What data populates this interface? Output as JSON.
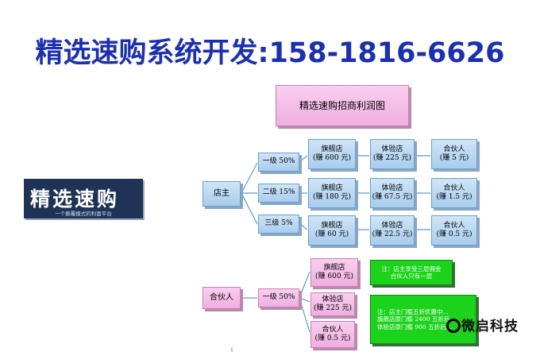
{
  "headline": "精选速购系统开发:158-1816-6626",
  "logo": {
    "main": "精选速购",
    "sub": "一个颠覆模式的利富平台"
  },
  "diagram": {
    "title": "精选速购招商利润图",
    "owner": "店主",
    "levels": [
      {
        "label": "一级 50%",
        "flagship": [
          "旗舰店",
          "(赚 600 元)"
        ],
        "experience": [
          "体验店",
          "(赚 225 元)"
        ],
        "partner": [
          "合伙人",
          "(赚 5 元)"
        ]
      },
      {
        "label": "二级 15%",
        "flagship": [
          "旗舰店",
          "(赚 180 元)"
        ],
        "experience": [
          "体验店",
          "(赚 67.5 元)"
        ],
        "partner": [
          "合伙人",
          "(赚 1.5 元)"
        ]
      },
      {
        "label": "三级 5%",
        "flagship": [
          "旗舰店",
          "(赚 60 元)"
        ],
        "experience": [
          "体验店",
          "(赚 22.5 元)"
        ],
        "partner": [
          "合伙人",
          "(赚 0.5 元)"
        ]
      }
    ],
    "partner_section": {
      "root": "合伙人",
      "level": "一级 50%",
      "flagship": [
        "旗舰店",
        "(赚 600 元)"
      ],
      "experience": [
        "体验店",
        "(赚 225 元)"
      ],
      "partner": [
        "合伙人",
        "(赚 0.5 元)"
      ]
    },
    "notes": {
      "note1": [
        "注：店主享受三层佣金",
        "合伙人只有一层"
      ],
      "note2": [
        "注：店主门槛五折优惠中...",
        "旗舰店原门槛 2400  五折后...",
        "体验店原门槛 900  五折后..."
      ]
    }
  },
  "watermark": "微启科技",
  "colors": {
    "headline": "#1a2fb3",
    "blue_box": "#a8cdee",
    "pink_box": "#efaee0",
    "note_box": "#1bd31b",
    "logo_bg": "#1f3357"
  }
}
